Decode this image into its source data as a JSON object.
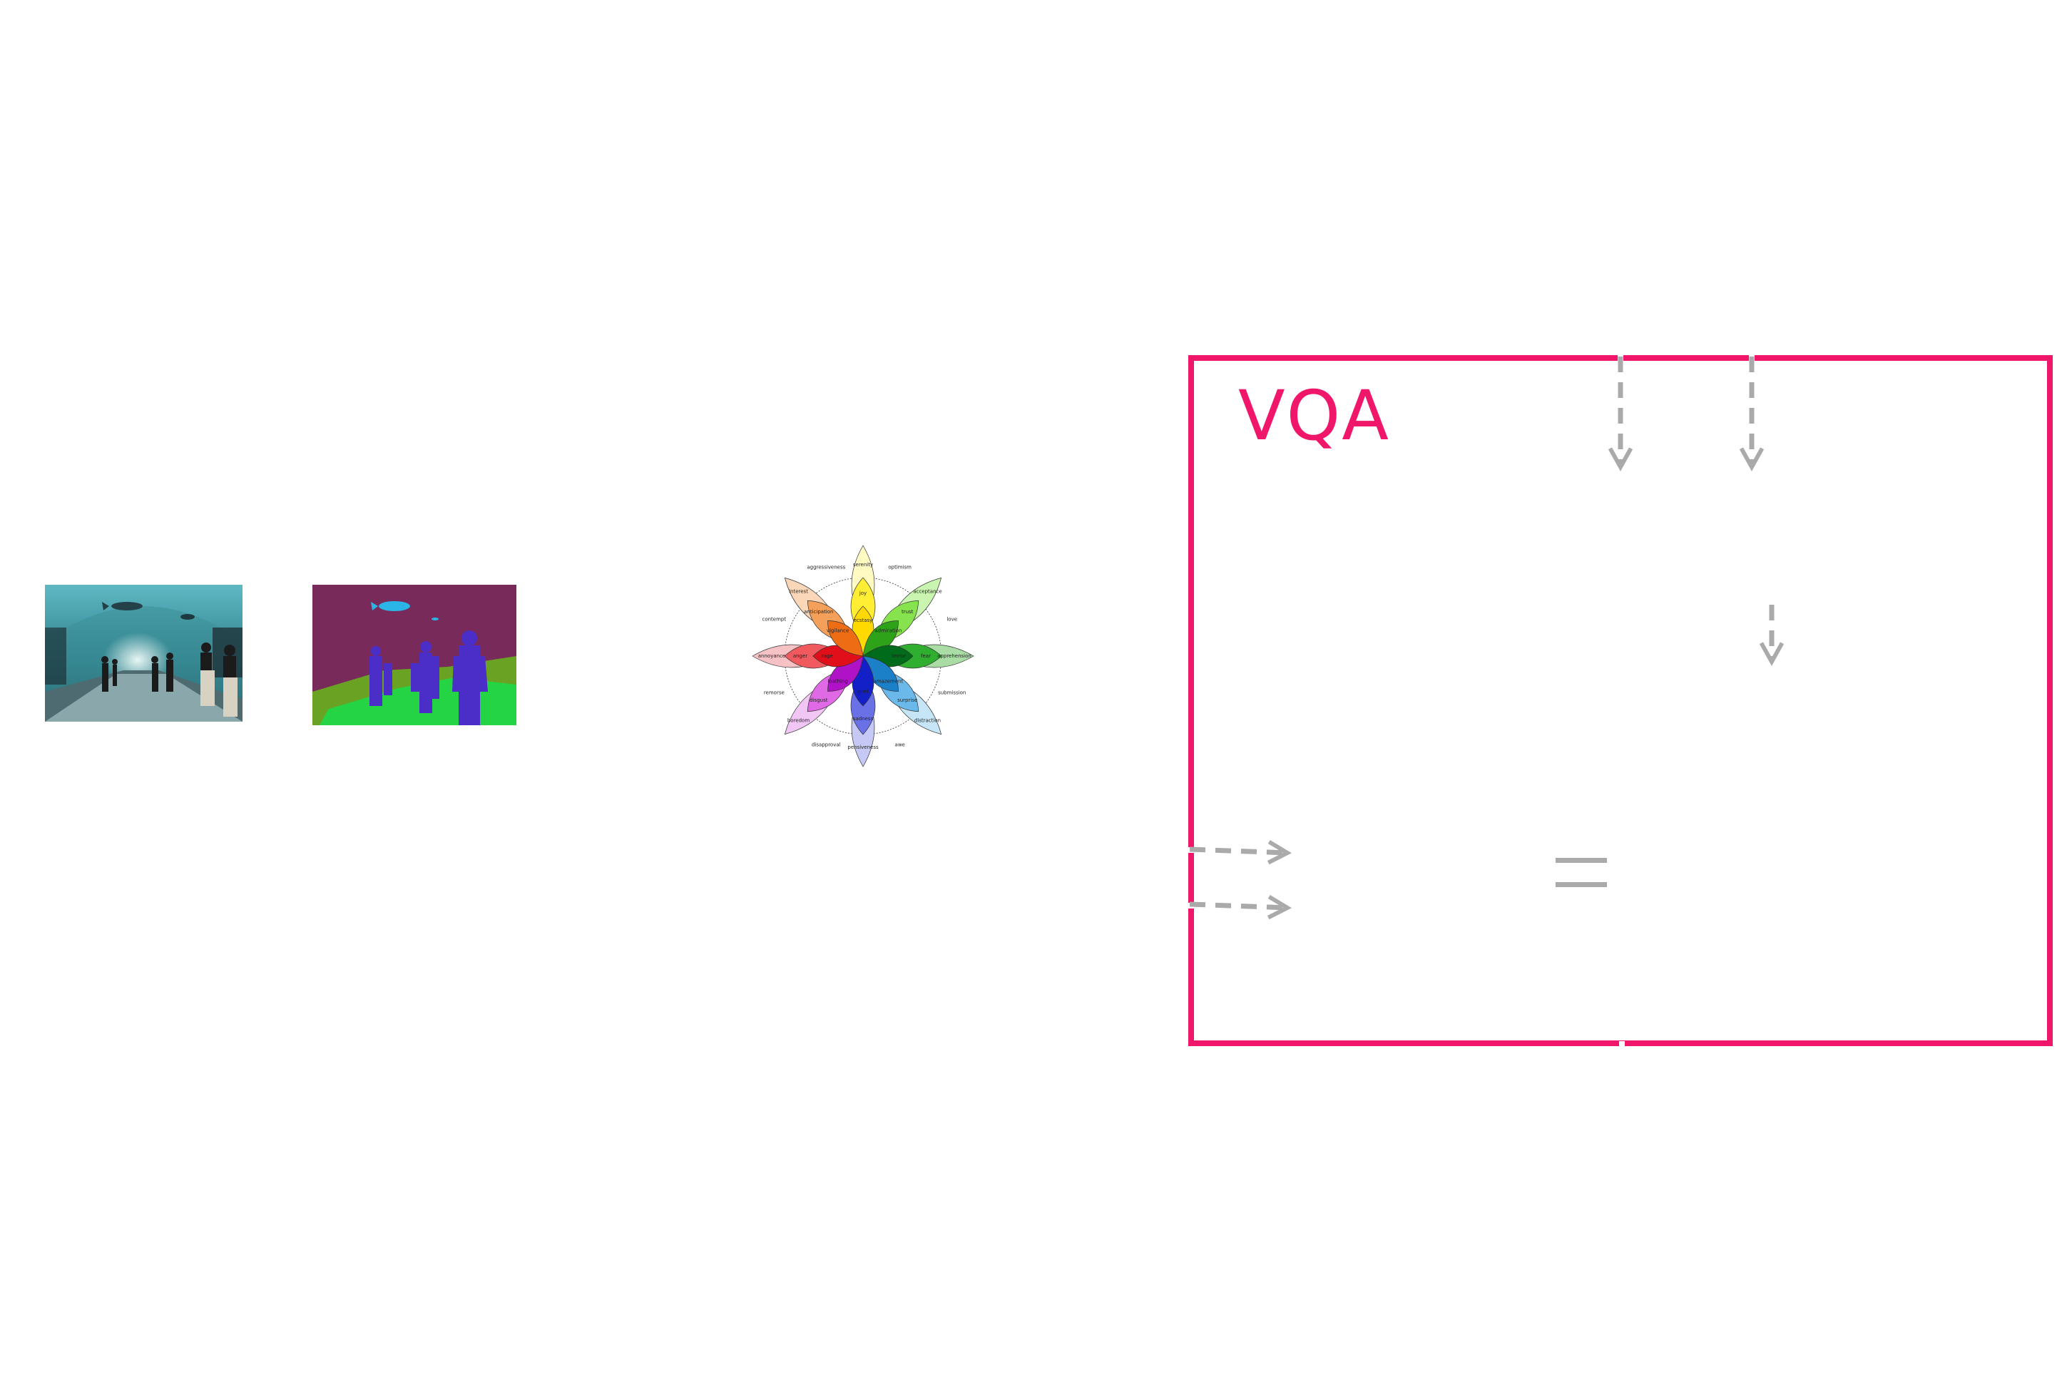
{
  "vqa": {
    "title": "VQA",
    "accent_color": "#f0166a"
  },
  "arrow_color": "#aaaaaa",
  "images": [
    {
      "name": "aquarium-tunnel-photo"
    },
    {
      "name": "semantic-segmentation-map"
    },
    {
      "name": "plutchik-emotion-wheel"
    }
  ],
  "emotion_wheel": {
    "outer_labels": [
      "optimism",
      "love",
      "submission",
      "awe",
      "disapproval",
      "remorse",
      "contempt",
      "aggressiveness"
    ],
    "petal_labels": [
      "serenity",
      "joy",
      "ecstasy",
      "acceptance",
      "trust",
      "admiration",
      "apprehension",
      "fear",
      "terror",
      "distraction",
      "surprise",
      "amazement",
      "pensiveness",
      "sadness",
      "grief",
      "boredom",
      "disgust",
      "loathing",
      "annoyance",
      "anger",
      "rage",
      "interest",
      "anticipation",
      "vigilance"
    ]
  },
  "symbols": {
    "equals": "="
  }
}
